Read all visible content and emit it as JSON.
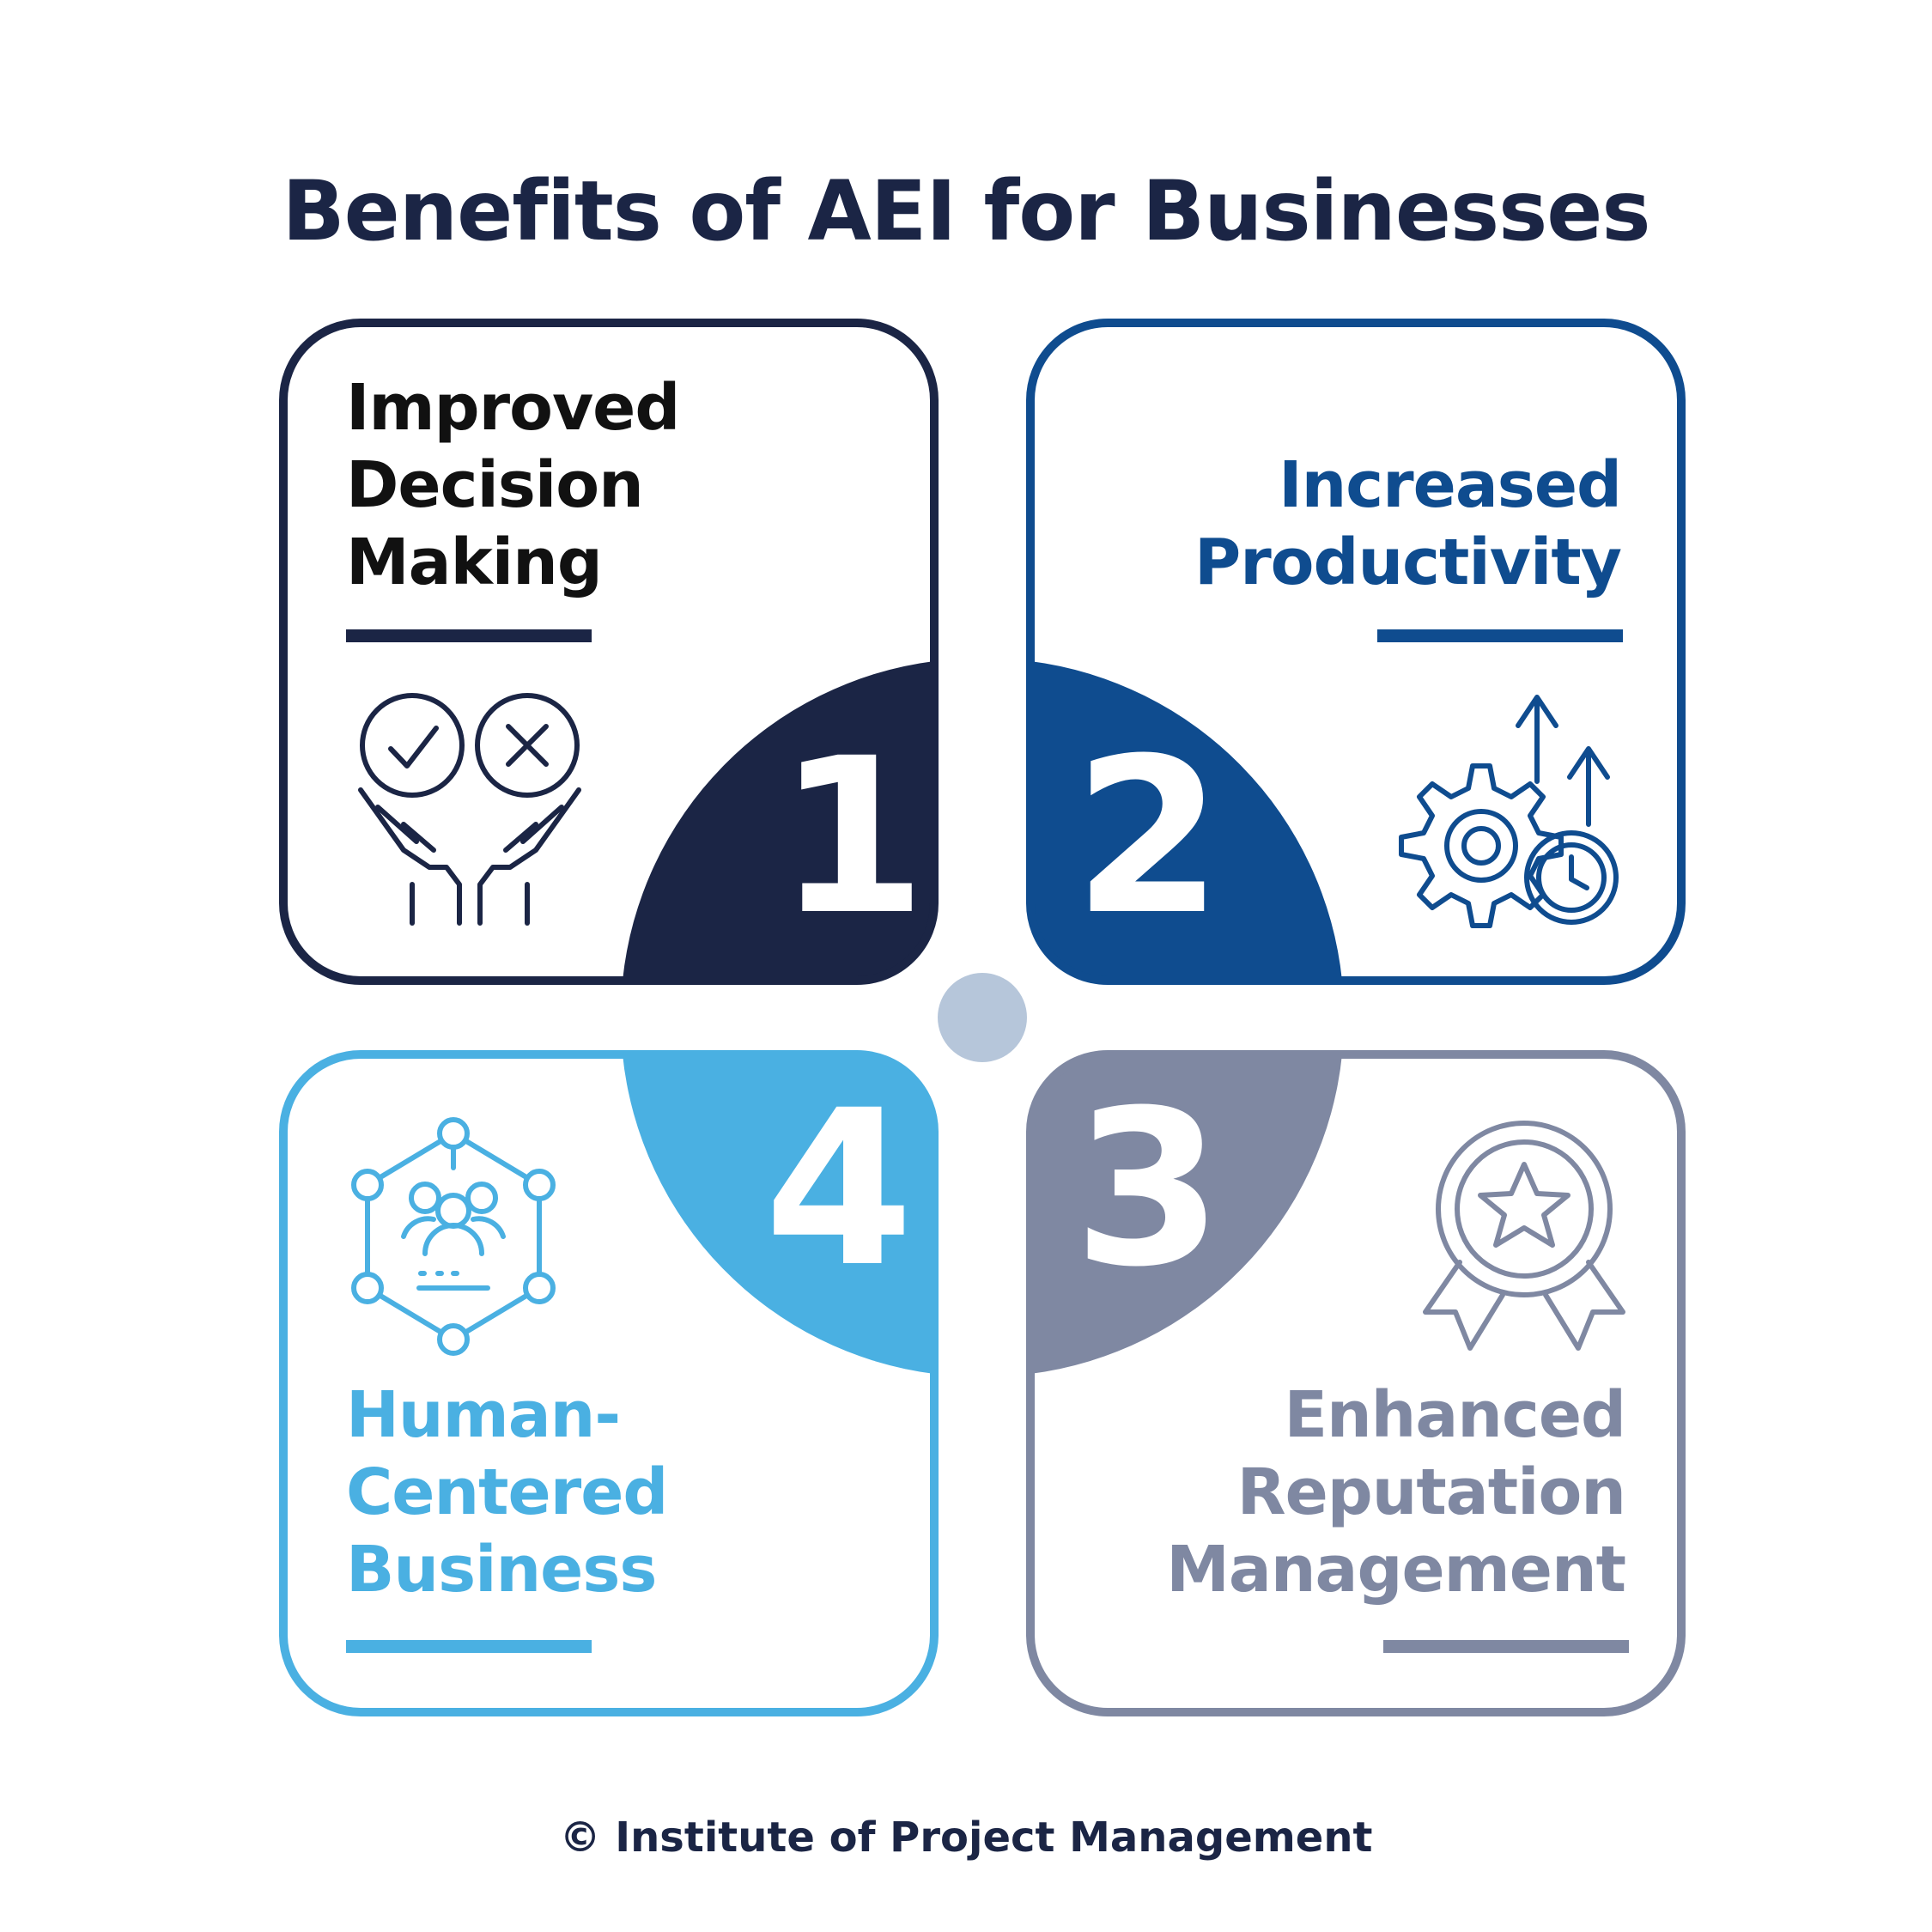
{
  "title": "Benefits of AEI for Businesses",
  "cards": [
    {
      "number": "1",
      "label": "Improved\nDecision\nMaking",
      "color": "#1b2545",
      "label_color": "#111111",
      "icon": "hands-check-cross-icon"
    },
    {
      "number": "2",
      "label": "Increased\nProductivity",
      "color": "#0f4c8f",
      "label_color": "#0f4c8f",
      "icon": "gear-arrows-clock-icon"
    },
    {
      "number": "3",
      "label": "Enhanced\nReputation\nManagement",
      "color": "#7f88a2",
      "label_color": "#7f88a2",
      "icon": "award-ribbon-star-icon"
    },
    {
      "number": "4",
      "label": "Human-\nCentered\nBusiness",
      "color": "#4ab0e2",
      "label_color": "#4ab0e2",
      "icon": "people-network-icon"
    }
  ],
  "center_dot_color": "#b6c6da",
  "footer": "© Institute of Project Management"
}
